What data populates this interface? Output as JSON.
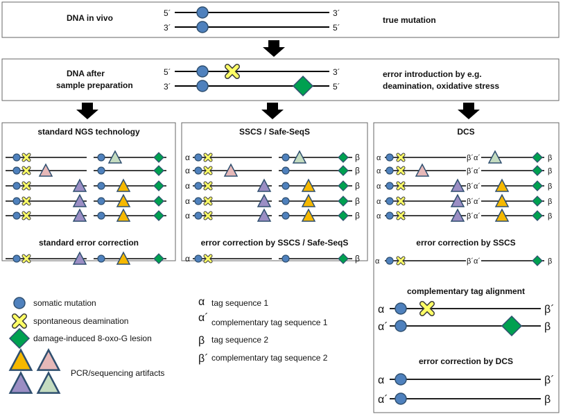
{
  "top": {
    "label": "DNA in vivo",
    "note": "true mutation",
    "strand_top_left": "5´",
    "strand_top_right": "3´",
    "strand_bottom_left": "3´",
    "strand_bottom_right": "5´"
  },
  "prep": {
    "label_line1": "DNA after",
    "label_line2": "sample preparation",
    "note_line1": "error introduction by e.g.",
    "note_line2": "deamination, oxidative stress",
    "strand_top_left": "5´",
    "strand_top_right": "3´",
    "strand_bottom_left": "3´",
    "strand_bottom_right": "5´"
  },
  "panels": {
    "standard": {
      "title": "standard NGS technology",
      "subtitle": "standard error correction"
    },
    "sscs": {
      "title": "SSCS / Safe-SeqS",
      "subtitle": "error correction by SSCS / Safe-SeqS"
    },
    "dcs": {
      "title": "DCS",
      "subtitle": "error correction by SSCS",
      "sub2": "complementary tag alignment",
      "sub3": "error correction by DCS"
    }
  },
  "tags": {
    "alpha": "α",
    "alpha_prime": "α´",
    "beta": "β",
    "beta_prime": "β´",
    "dcs_mid": "β´α´"
  },
  "legend": {
    "somatic": "somatic mutation",
    "deamination": "spontaneous deamination",
    "oxo": "damage-induced 8-oxo-G lesion",
    "pcr": "PCR/sequencing artifacts",
    "tag1_sym": "α",
    "tag1": "tag sequence 1",
    "tag1c_sym": "α´",
    "tag1c": "complementary tag sequence 1",
    "tag2_sym": "β",
    "tag2": "tag sequence 2",
    "tag2c_sym": "β´",
    "tag2c": "complementary tag sequence 2"
  },
  "colors": {
    "somatic_fill": "#4f81bd",
    "deamination_fill": "#ffff66",
    "oxo_fill": "#00a050",
    "artifact_purple": "#9b8ec4",
    "artifact_orange": "#f5b800",
    "artifact_pink": "#e6b8b8",
    "artifact_green": "#c4dcc0",
    "outline": "#2f4f6f"
  }
}
